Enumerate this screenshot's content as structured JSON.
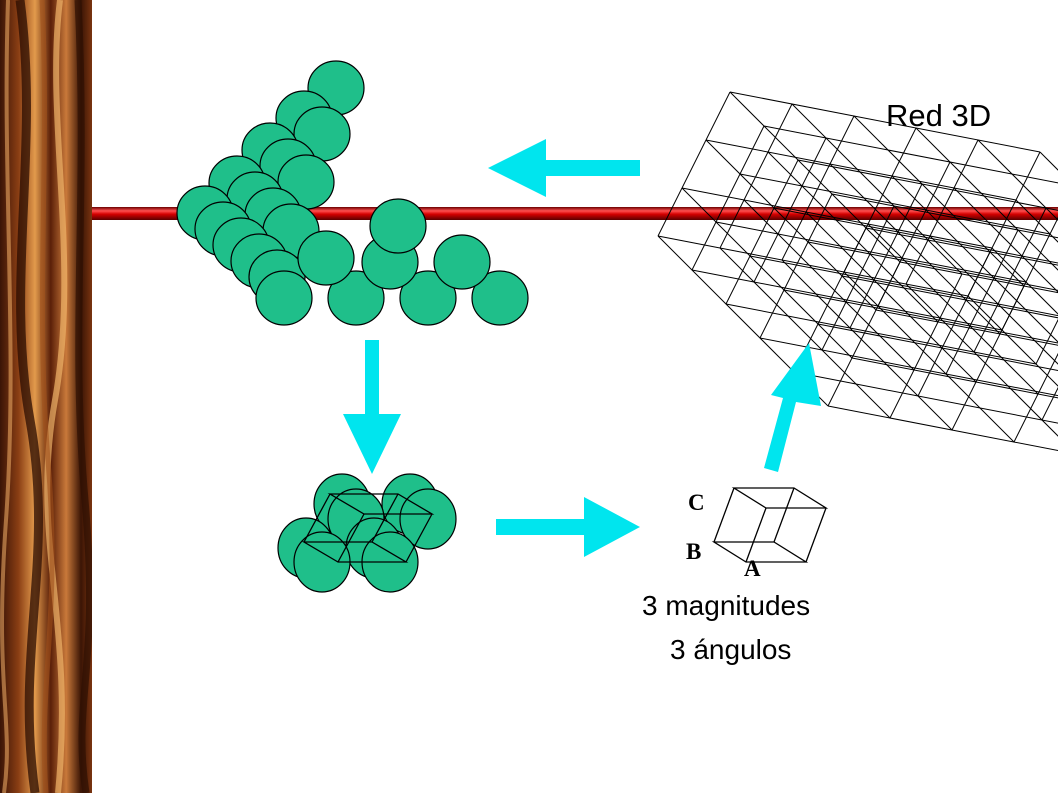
{
  "labels": {
    "lattice_title": "Red 3D",
    "magnitudes": "3 magnitudes",
    "angles": "3 ángulos",
    "axis_a": "A",
    "axis_b": "B",
    "axis_c": "C"
  },
  "colors": {
    "atom_fill": "#1fbf8a",
    "atom_stroke": "#000000",
    "arrow": "#00e5ee",
    "bar": "#c00000",
    "grid_line": "#000000",
    "wood_dark": "#3a1406",
    "wood_light": "#d8883c"
  },
  "icons": [
    "arrow-left-icon",
    "arrow-down-icon",
    "arrow-right-icon",
    "arrow-up-right-icon"
  ]
}
